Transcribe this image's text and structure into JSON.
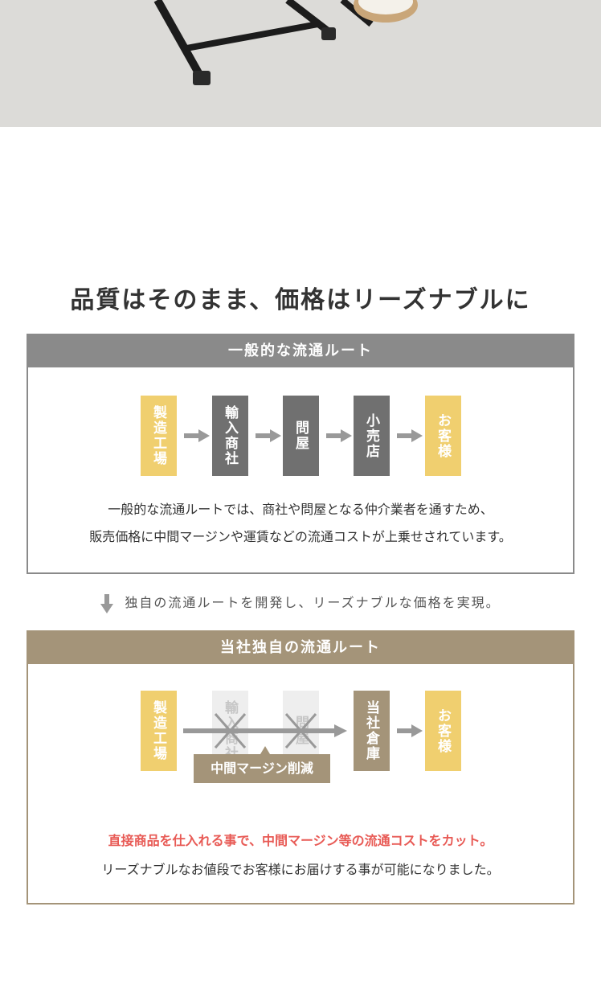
{
  "headline": "品質はそのまま、価格はリーズナブルに",
  "general_route": {
    "title": "一般的な流通ルート",
    "steps": [
      "製造工場",
      "輸入商社",
      "問屋",
      "小売店",
      "お客様"
    ],
    "description_line1": "一般的な流通ルートでは、商社や問屋となる仲介業者を通すため、",
    "description_line2": "販売価格に中間マージンや運賃などの流通コストが上乗せされています。"
  },
  "transition_note": "独自の流通ルートを開発し、リーズナブルな価格を実現。",
  "own_route": {
    "title": "当社独自の流通ルート",
    "steps": [
      "製造工場",
      "輸入商社",
      "問屋",
      "当社倉庫",
      "お客様"
    ],
    "margin_label": "中間マージン削減",
    "highlight": "直接商品を仕入れる事で、中間マージン等の流通コストをカット。",
    "description": "リーズナブルなお値段でお客様にお届けする事が可能になりました。"
  },
  "colors": {
    "gray_bar": "#8a8a8a",
    "brown_bar": "#a49479",
    "yellow_box": "#f0cf6f",
    "dark_box": "#707070",
    "highlight_red": "#e85a55"
  }
}
